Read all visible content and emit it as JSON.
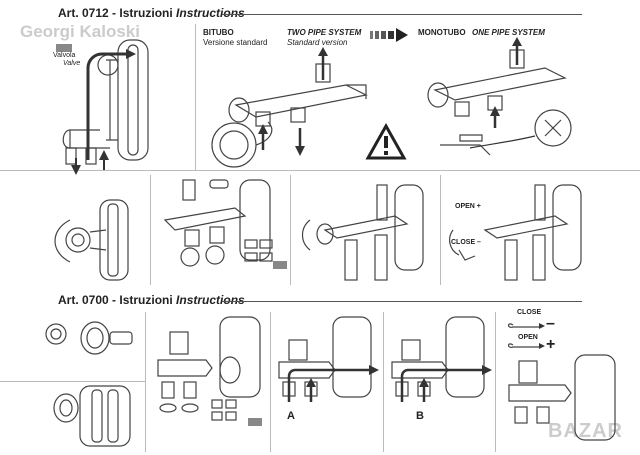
{
  "watermark_top": "Georgi Kaloski",
  "watermark_bottom": "BAZAR",
  "section1": {
    "art": "Art. 0712 - Istruzioni",
    "art_italic": "Instructions"
  },
  "section2": {
    "art": "Art. 0700 - Istruzioni",
    "art_italic": "Instructions"
  },
  "valve": {
    "it": "Valvola",
    "en": "Valve"
  },
  "bitubo": {
    "title": "BITUBO",
    "subtitle": "Versione standard",
    "title_en": "TWO PIPE SYSTEM",
    "subtitle_en": "Standard version"
  },
  "monotubo": {
    "title": "MONOTUBO",
    "title_en": "ONE PIPE SYSTEM"
  },
  "open_plus": "OPEN +",
  "close_minus": "CLOSE –",
  "close2": "CLOSE",
  "open2": "OPEN",
  "minus": "–",
  "plus": "+",
  "label_a": "A",
  "label_b": "B",
  "colors": {
    "line": "#444444",
    "separator": "#bbbbbb",
    "arrow": "#333333"
  }
}
